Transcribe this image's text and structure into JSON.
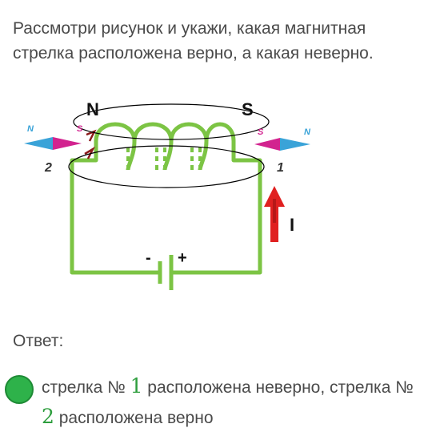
{
  "question": {
    "line1": "Рассмотри рисунок и укажи, какая магнитная",
    "line2": "стрелка расположена верно, а какая неверно."
  },
  "figure": {
    "pole_north": "N",
    "pole_south": "S",
    "needle_left_number": "2",
    "needle_right_number": "1",
    "needle_left_n": "N",
    "needle_left_s": "S",
    "needle_right_n": "N",
    "needle_right_s": "S",
    "current_label": "I",
    "battery_minus": "-",
    "battery_plus": "+",
    "colors": {
      "wire": "#7cc444",
      "needle_north": "#3aa3d8",
      "needle_south": "#d2238f",
      "current_arrow": "#e02020",
      "outline": "#000000"
    },
    "icons": [
      "compass-needle-icon",
      "current-arrow-icon",
      "battery-icon",
      "coil-icon"
    ]
  },
  "answer": {
    "label": "Ответ:",
    "part1": "стрелка № ",
    "num1": "1",
    "part2": " расположена неверно, стрелка № ",
    "num2": "2",
    "part3": " расположена верно",
    "selected_color": "#2eb24a"
  }
}
